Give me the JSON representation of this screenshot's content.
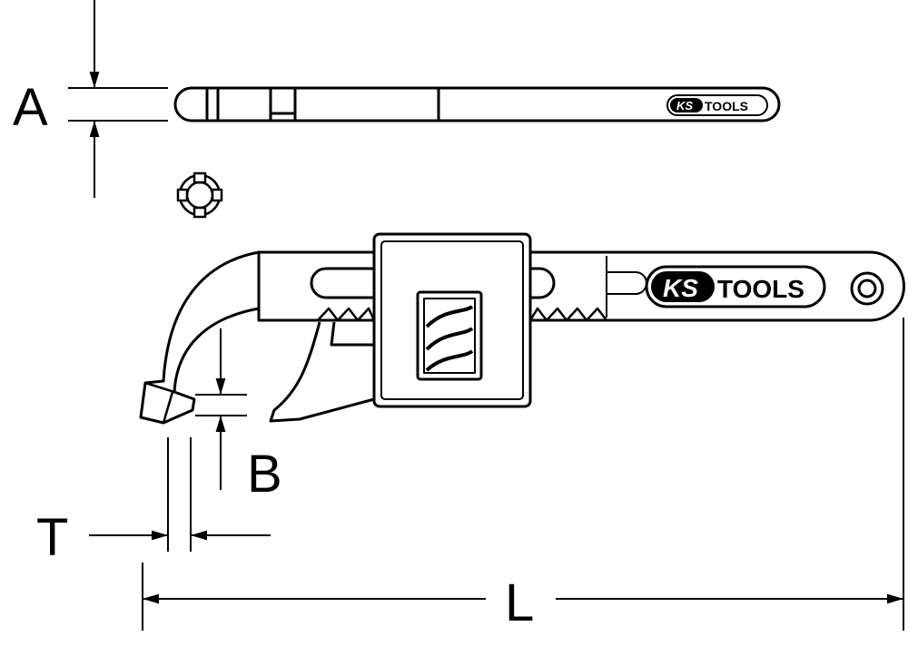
{
  "diagram": {
    "dimensions": {
      "thickness_a": "A",
      "hook_b": "B",
      "pin_t": "T",
      "length_l": "L"
    },
    "logo": {
      "brand_ks": "KS",
      "brand_tools": "TOOLS"
    },
    "colors": {
      "line": "#000000",
      "background": "#ffffff"
    }
  }
}
